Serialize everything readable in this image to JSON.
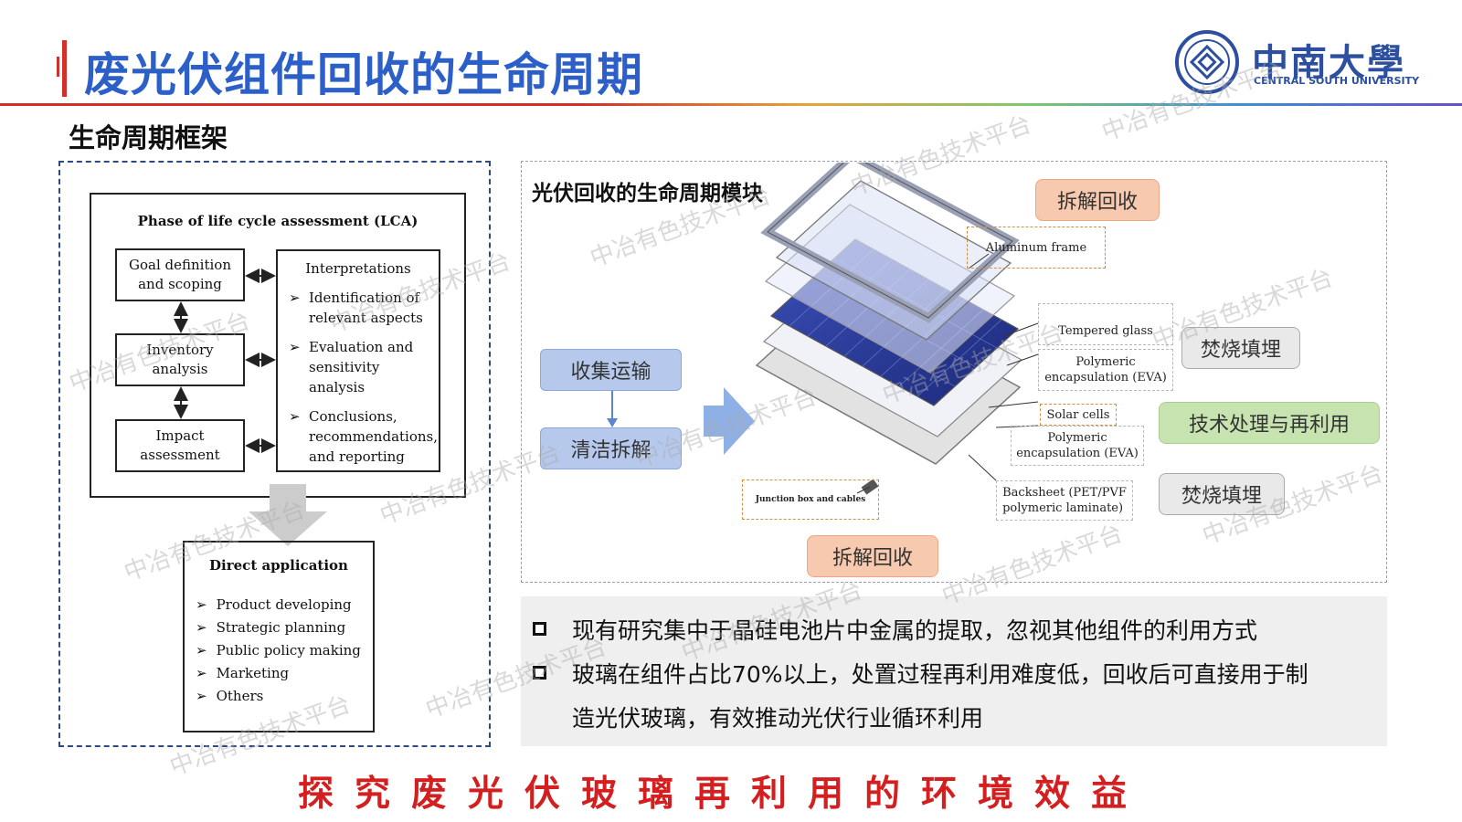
{
  "header": {
    "title": "废光伏组件回收的生命周期",
    "logo_name": "中南大學",
    "logo_sub": "CENTRAL SOUTH UNIVERSITY"
  },
  "section_title": "生命周期框架",
  "lca": {
    "title": "Phase of life cycle assessment (LCA)",
    "goal_line1": "Goal definition",
    "goal_line2": "and scoping",
    "inventory_line1": "Inventory",
    "inventory_line2": "analysis",
    "impact_line1": "Impact",
    "impact_line2": "assessment",
    "interp_title": "Interpretations",
    "interp_items": [
      {
        "l1": "Identification of",
        "l2": "relevant aspects",
        "l3": ""
      },
      {
        "l1": "Evaluation and",
        "l2": "sensitivity analysis",
        "l3": ""
      },
      {
        "l1": "Conclusions,",
        "l2": "recommendations,",
        "l3": "and reporting"
      }
    ],
    "arrow_glyph": "➢"
  },
  "direct": {
    "title": "Direct application",
    "items": [
      "Product developing",
      "Strategic planning",
      "Public policy making",
      "Marketing",
      "Others"
    ]
  },
  "module": {
    "title": "光伏回收的生命周期模块",
    "collect": "收集运输",
    "clean": "清洁拆解",
    "dismantle_top": "拆解回收",
    "dismantle_bottom": "拆解回收",
    "incinerate1": "焚烧填埋",
    "incinerate2": "焚烧填埋",
    "tech": "技术处理与再利用",
    "labels": {
      "frame": "Aluminum frame",
      "glass": "Tempered glass",
      "eva1_l1": "Polymeric",
      "eva1_l2": "encapsulation (EVA)",
      "cells": "Solar cells",
      "eva2_l1": "Polymeric",
      "eva2_l2": "encapsulation (EVA)",
      "backsheet_l1": "Backsheet (PET/PVF",
      "backsheet_l2": "polymeric laminate)",
      "junction": "Junction box and cables"
    }
  },
  "notes": [
    "现有研究集中于晶硅电池片中金属的提取，忽视其他组件的利用方式",
    "玻璃在组件占比70%以上，处置过程再利用难度低，回收后可直接用于制",
    "造光伏玻璃，有效推动光伏行业循环利用"
  ],
  "conclusion": "探究废光伏玻璃再利用的环境效益",
  "watermark": "中冶有色技术平台",
  "colors": {
    "title_blue": "#2c5fc7",
    "accent_red": "#d3302a",
    "conclusion_red": "#d31f1f",
    "box_blue": "#b6c9ec",
    "box_orange": "#f7c9ae",
    "box_green": "#c6e3b0",
    "box_gray": "#e9e9e9"
  }
}
